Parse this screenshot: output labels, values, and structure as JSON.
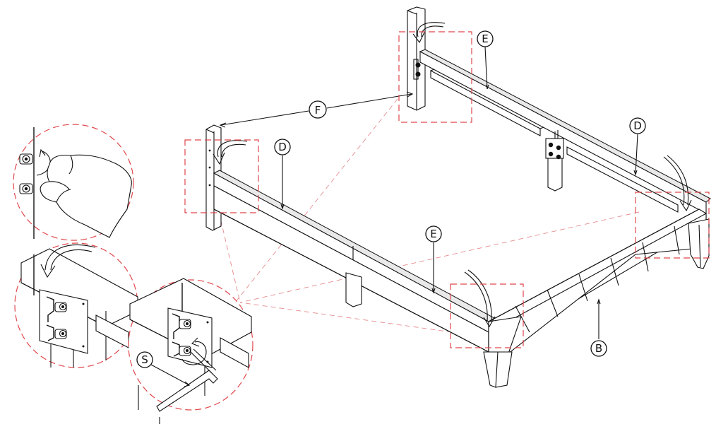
{
  "labels": {
    "E": "E",
    "D": "D",
    "F": "F",
    "B": "B",
    "S": "S"
  },
  "colors": {
    "line": "#111111",
    "callout_frame": "#e0474c",
    "background": "#ffffff"
  },
  "icons": {
    "rotate_arrow": "curved-arrow-icon",
    "hand": "hand-icon",
    "hex_key": "allen-key-icon",
    "bolt": "bolt-icon"
  }
}
